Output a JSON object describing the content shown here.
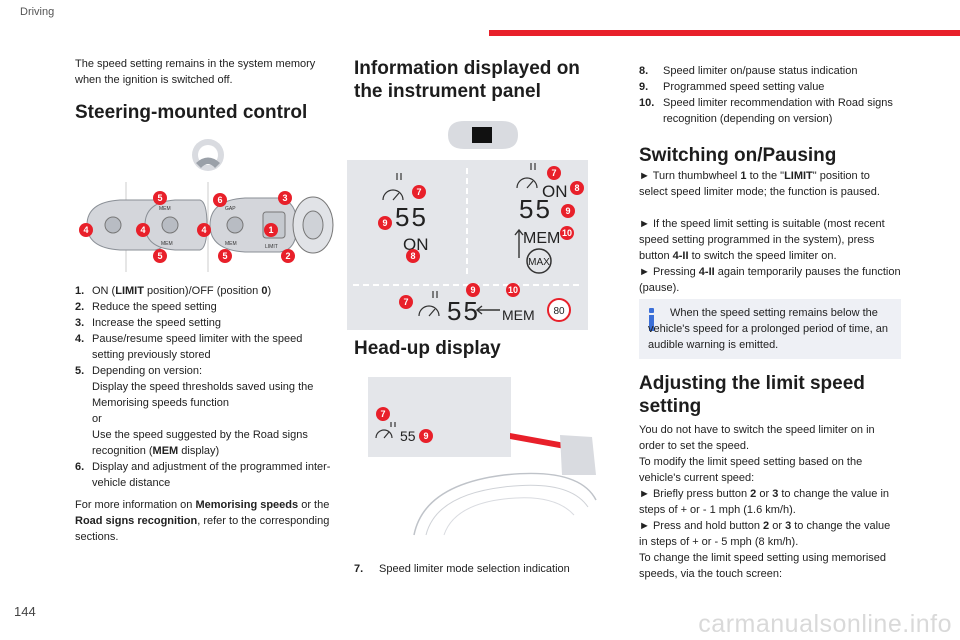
{
  "header": {
    "section": "Driving",
    "page_number": "144",
    "accent": "#e8202a"
  },
  "watermark": "carmanualsonline.info",
  "col1": {
    "intro": "The speed setting remains in the system memory when the ignition is switched off.",
    "steering_title": "Steering-mounted control",
    "items": [
      {
        "n": "1.",
        "lines": [
          {
            "pre": "ON (",
            "b": "LIMIT",
            "post": " position)/OFF (position "
          },
          {
            "b2": "0",
            "post2": ")"
          }
        ]
      },
      {
        "n": "2.",
        "text": "Reduce the speed setting"
      },
      {
        "n": "3.",
        "text": "Increase the speed setting"
      },
      {
        "n": "4.",
        "text": "Pause/resume speed limiter with the speed setting previously stored"
      },
      {
        "n": "5.",
        "text": "Depending on version:"
      },
      {
        "n": "6.",
        "text": "Display and adjustment of the programmed inter-vehicle distance"
      }
    ],
    "item1_on": "ON (",
    "item1_limit": "LIMIT",
    "item1_mid": " position)/OFF (position ",
    "item1_zero": "0",
    "item1_end": ")",
    "item5_a": "Display the speed thresholds saved using the Memorising speeds function",
    "item5_or": "or",
    "item5_b": "Use the speed suggested by the Road signs recognition (",
    "item5_mem": "MEM",
    "item5_c": " display)",
    "more_a": "For more information on ",
    "more_b1": "Memorising speeds",
    "more_c": " or the ",
    "more_b2": "Road signs recognition",
    "more_d": ", refer to the corresponding sections.",
    "diagram_badges": [
      "1",
      "2",
      "3",
      "4",
      "4",
      "4",
      "5",
      "5",
      "5",
      "6"
    ],
    "diagram_labels": {
      "mem": "MEM",
      "gap": "GAP",
      "limit": "LIMIT"
    }
  },
  "col2": {
    "title": "Information displayed on the instrument panel",
    "hud_title": "Head-up display",
    "panel": {
      "speed_left": "55",
      "on_left": "ON",
      "speed_right": "55",
      "on_right": "ON",
      "mem_right": "MEM",
      "max": "MAX",
      "speed_bottom": "55",
      "mem_bottom": "MEM",
      "sign_bottom": "80",
      "badges_left": [
        "7",
        "9",
        "8"
      ],
      "badges_right": [
        "7",
        "8",
        "9",
        "10"
      ],
      "badges_bottom": [
        "7",
        "9",
        "10"
      ]
    },
    "hud": {
      "speed": "55",
      "badges": [
        "7",
        "9"
      ]
    },
    "item7_n": "7.",
    "item7": "Speed limiter mode selection indication"
  },
  "col3": {
    "items": [
      {
        "n": "8.",
        "text": "Speed limiter on/pause status indication"
      },
      {
        "n": "9.",
        "text": "Programmed speed setting value"
      },
      {
        "n": "10.",
        "text": "Speed limiter recommendation with Road signs recognition (depending on version)"
      }
    ],
    "switch_title": "Switching on/Pausing",
    "sw1_a": "►  Turn thumbwheel ",
    "sw1_b1": "1",
    "sw1_c": " to the \"",
    "sw1_b2": "LIMIT",
    "sw1_d": "\" position to select speed limiter mode; the function is paused.",
    "sw2_a": "►  If the speed limit setting is suitable (most recent speed setting programmed in the system), press button ",
    "sw2_b": "4-II",
    "sw2_c": " to switch the speed limiter on.",
    "sw3_a": "►  Pressing ",
    "sw3_b": "4-II",
    "sw3_c": " again temporarily pauses the function (pause).",
    "info": "When the speed setting remains below the vehicle's speed for a prolonged period of time, an audible warning is emitted.",
    "adjust_title": "Adjusting the limit speed setting",
    "adj1": "You do not have to switch the speed limiter on in order to set the speed.",
    "adj2": "To modify the limit speed setting based on the vehicle's current speed:",
    "adj3_a": "►  Briefly press button ",
    "adj3_b": "2",
    "adj3_c": " or ",
    "adj3_d": "3",
    "adj3_e": " to change the value in steps of + or - 1 mph (1.6 km/h).",
    "adj4_a": "►  Press and hold button ",
    "adj4_b": "2",
    "adj4_c": " or ",
    "adj4_d": "3",
    "adj4_e": " to change the value in steps of + or - 5 mph (8 km/h).",
    "adj5": "To change the limit speed setting using memorised speeds, via the touch screen:"
  }
}
